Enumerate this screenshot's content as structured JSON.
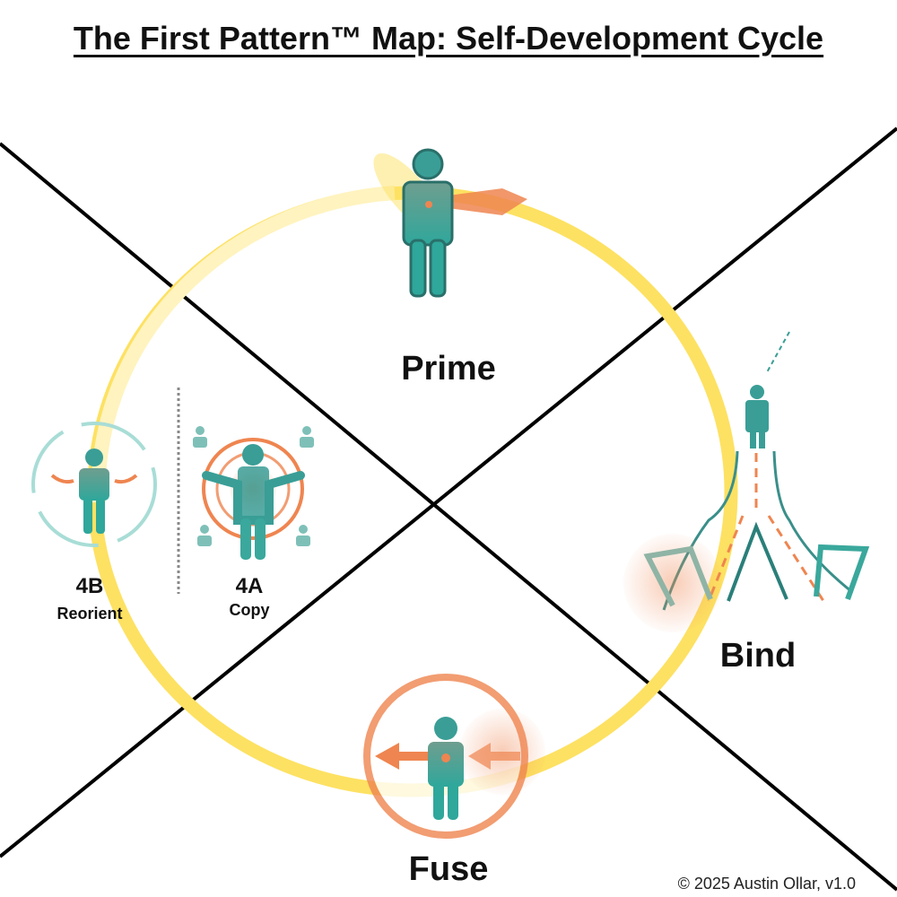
{
  "title": "The First Pattern™ Map: Self-Development Cycle",
  "stages": {
    "prime": "Prime",
    "bind": "Bind",
    "fuse": "Fuse",
    "four_b": {
      "code": "4B",
      "name": "Reorient"
    },
    "four_a": {
      "code": "4A",
      "name": "Copy"
    }
  },
  "copyright": "© 2025 Austin Ollar, v1.0",
  "colors": {
    "ring": "#fde162",
    "teal": "#3a9e96",
    "orange": "#ef8550",
    "lightTeal": "#a8ddd6"
  }
}
